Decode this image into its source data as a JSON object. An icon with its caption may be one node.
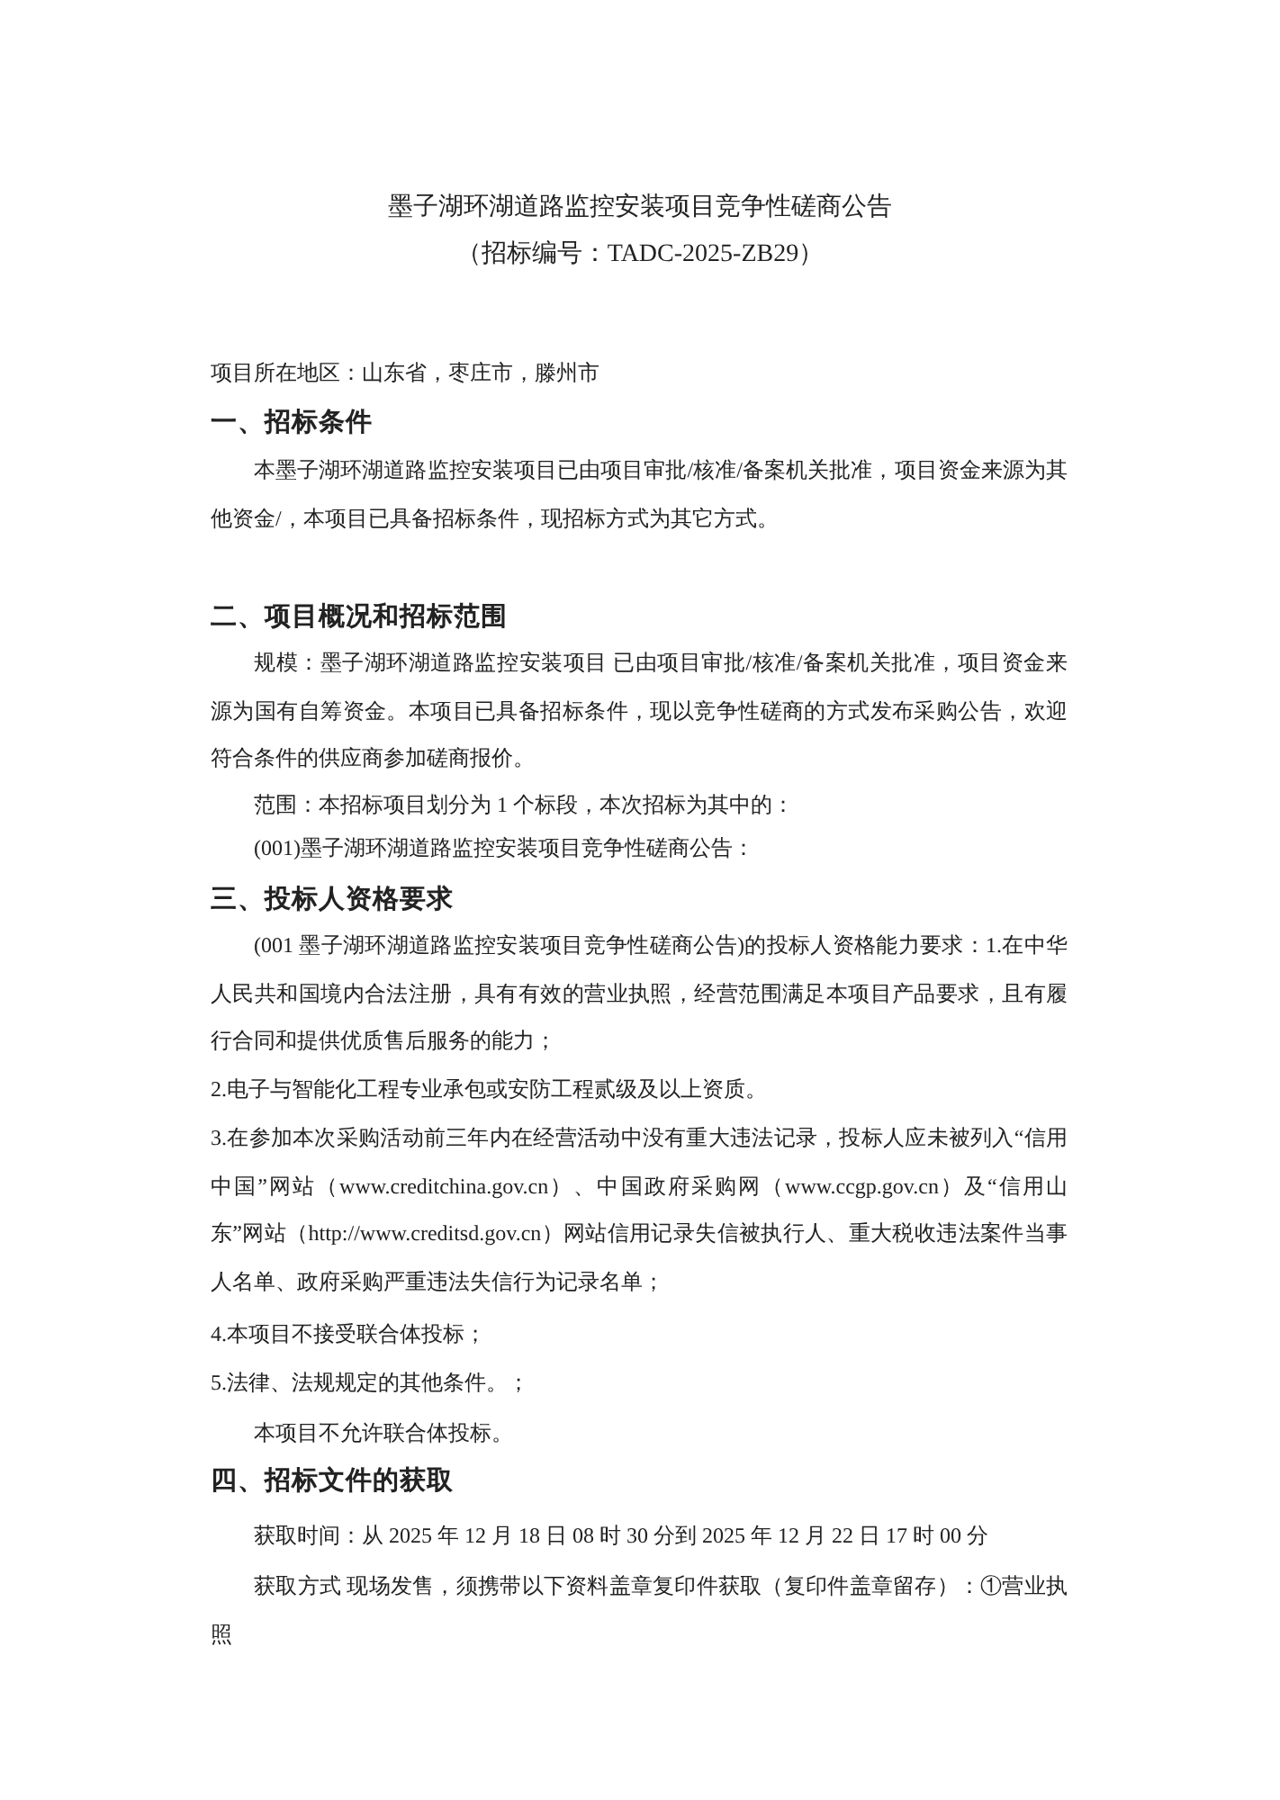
{
  "diagram": {
    "labels": [
      "墨子湖环湖道路监控安装项目竞争性磋商公告",
      "（招标编号：TADC-2025-ZB29）",
      "项目所在地区：山东省，枣庄市，滕州市",
      "一、招标条件",
      "本墨子湖环湖道路监控安装项目已由项目审批/核准/备案机关批准，项目资金来源为其他资金/，本项目已具备招标条件，现招标方式为其它方式。",
      "二、项目概况和招标范围",
      "规模：墨子湖环湖道路监控安装项目 已由项目审批/核准/备案机关批准，项目资金来源为国有自筹资金。本项目已具备招标条件，现以竞争性磋商的方式发布采购公告，欢迎符合条件的供应商参加磋商报价。",
      "范围：本招标项目划分为 1 个标段，本次招标为其中的：",
      "(001)墨子湖环湖道路监控安装项目竞争性磋商公告：",
      "三、投标人资格要求",
      "(001 墨子湖环湖道路监控安装项目竞争性磋商公告)的投标人资格能力要求：1.在中华人民共和国境内合法注册，具有有效的营业执照，经营范围满足本项目产品要求，且有履行合同和提供优质售后服务的能力；",
      "2.电子与智能化工程专业承包或安防工程贰级及以上资质。",
      "3.在参加本次采购活动前三年内在经营活动中没有重大违法记录，投标人应未被列入“信用中国”网站（www.creditchina.gov.cn）、中国政府采购网（www.ccgp.gov.cn）及“信用山东”网站（http://www.creditsd.gov.cn）网站信用记录失信被执行人、重大税收违法案件当事人名单、政府采购严重违法失信行为记录名单；",
      "4.本项目不接受联合体投标；",
      "5.法律、法规规定的其他条件。；",
      "本项目不允许联合体投标。",
      "四、招标文件的获取",
      "获取时间：从 2025 年 12 月 18 日 08 时 30 分到 2025 年 12 月 22 日 17 时 00 分",
      "获取方式 现场发售，须携带以下资料盖章复印件获取（复印件盖章留存）：①营业执照"
    ]
  }
}
